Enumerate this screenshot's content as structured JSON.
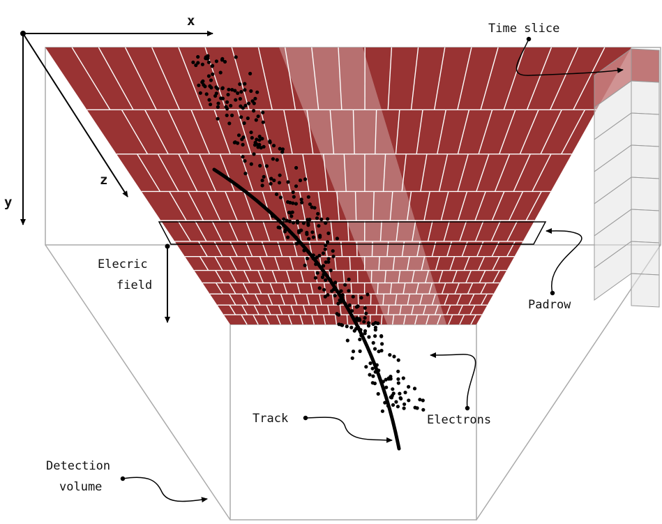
{
  "colors": {
    "pad": "#993333",
    "pad_line": "#ffffff",
    "frame": "#999999",
    "ink": "#000000",
    "slice_box": "#e4e4e4"
  },
  "axes": {
    "x": "x",
    "y": "y",
    "z": "z"
  },
  "labels": {
    "time_slice": "Time slice",
    "padrow": "Padrow",
    "electric_field_1": "Elecric",
    "electric_field_2": "field",
    "track": "Track",
    "electrons": "Electrons",
    "detection_volume_1": "Detection",
    "detection_volume_2": "volume"
  }
}
